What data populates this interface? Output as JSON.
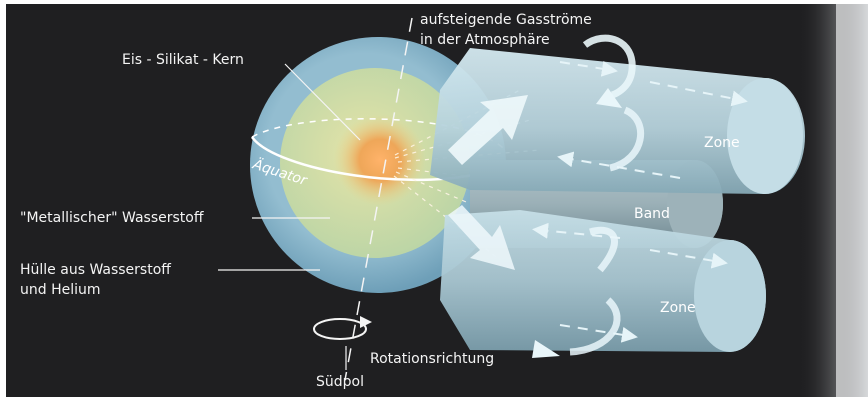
{
  "labels": {
    "core": "Eis - Silikat - Kern",
    "gas_line1": "aufsteigende Gasströme",
    "gas_line2": "in der Atmosphäre",
    "metallic": "\"Metallischer\" Wasserstoff",
    "shell_line1": "Hülle aus Wasserstoff",
    "shell_line2": "und Helium",
    "equator": "Äquator",
    "rotation": "Rotationsrichtung",
    "south_pole": "Südpol"
  },
  "belts": {
    "upper_zone": "Zone",
    "band": "Band",
    "lower_zone": "Zone"
  },
  "colors": {
    "background": "#1f1f21",
    "shell": "#8ab5c9",
    "metallic_layer": "#c9dca6",
    "core": "#f08a3a",
    "zone": "#bcd8e2",
    "band": "#9ab0b8",
    "arrow": "#e6f4f8"
  }
}
